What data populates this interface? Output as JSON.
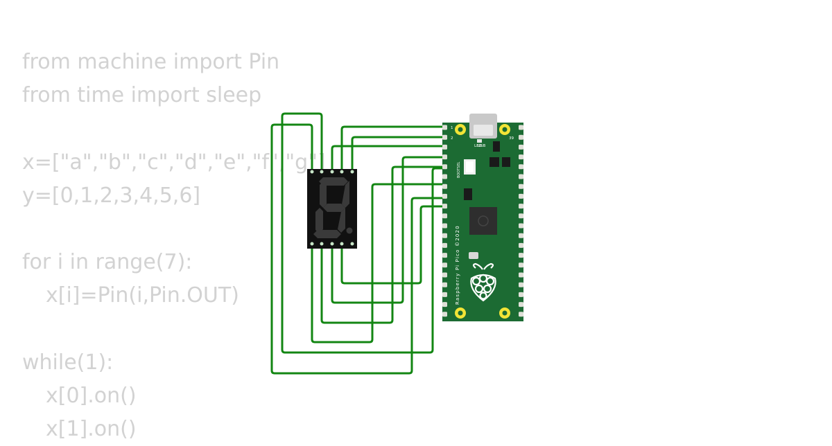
{
  "code": {
    "lines": [
      {
        "text": "from machine import Pin",
        "indent": 0
      },
      {
        "text": "from time import sleep",
        "indent": 0
      },
      {
        "text": "",
        "indent": 0
      },
      {
        "text": "x=[\"a\",\"b\",\"c\",\"d\",\"e\",\"f\",\"g\"]",
        "indent": 0
      },
      {
        "text": "y=[0,1,2,3,4,5,6]",
        "indent": 0
      },
      {
        "text": "",
        "indent": 0
      },
      {
        "text": "for i in range(7):",
        "indent": 0
      },
      {
        "text": "x[i]=Pin(i,Pin.OUT)",
        "indent": 1
      },
      {
        "text": "",
        "indent": 0
      },
      {
        "text": "while(1):",
        "indent": 0
      },
      {
        "text": "x[0].on()",
        "indent": 1
      },
      {
        "text": "x[1].on()",
        "indent": 1
      }
    ]
  },
  "board": {
    "silkscreen": "Raspberry Pi Pico ©2020",
    "led_label": "LED",
    "usb_label": "USB",
    "bootsel_label": "BOOTSEL",
    "pin1": "1",
    "pin2": "2",
    "pin39": "39",
    "pcb_color": "#1c6b33"
  },
  "colors": {
    "wire": "#138613",
    "code_text": "#d2d2d2",
    "display_body": "#111111",
    "segment_off": "#3a3a3a"
  }
}
